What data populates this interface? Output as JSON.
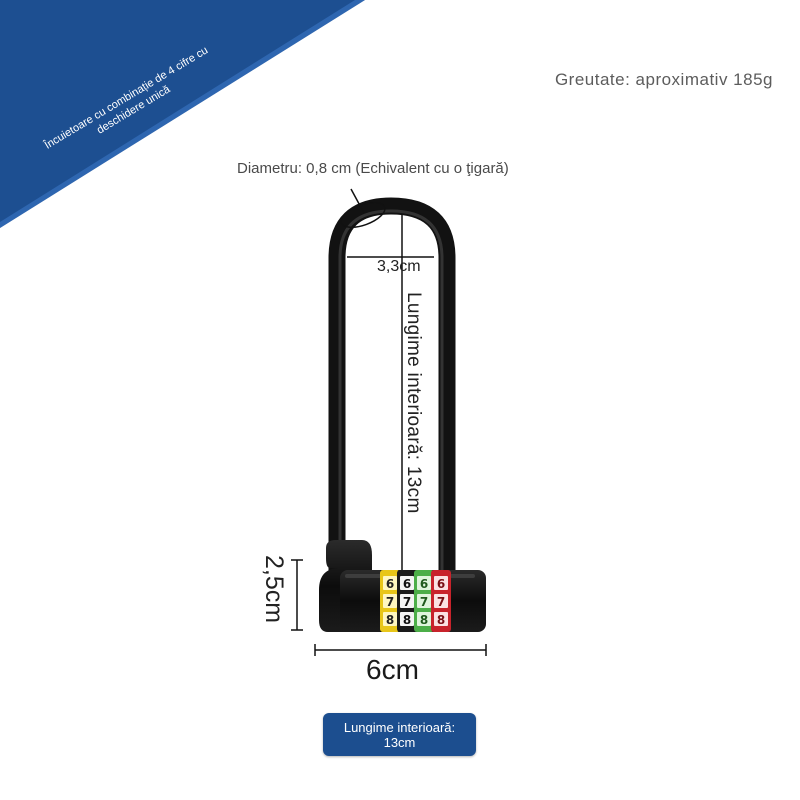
{
  "corner": {
    "text": "Încuietoare cu combinație de 4 cifre cu deschidere unică",
    "color": "#1d4f91"
  },
  "weight_label": "Greutate: aproximativ 185g",
  "diameter_label": "Diametru: 0,8 cm (Echivalent cu o ţigară)",
  "inner_width_label": "3,3cm",
  "inner_length_label": "Lungime interioară: 13cm",
  "height_label": "2,5cm",
  "width_label": "6cm",
  "badge_label": "Lungime interioară: 13cm",
  "dials": [
    {
      "color": "#e8c619",
      "digits": [
        "6",
        "7",
        "8"
      ]
    },
    {
      "color": "#1a1a1a",
      "digits": [
        "6",
        "7",
        "8"
      ]
    },
    {
      "color": "#4cae48",
      "digits": [
        "6",
        "7",
        "8"
      ]
    },
    {
      "color": "#c8232b",
      "digits": [
        "6",
        "7",
        "8"
      ]
    }
  ]
}
